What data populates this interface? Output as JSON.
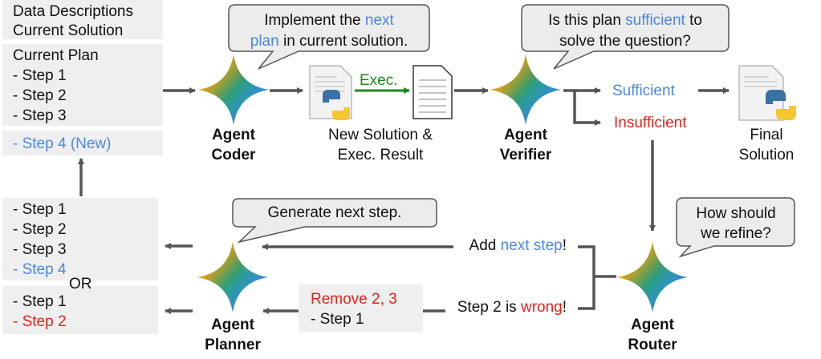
{
  "inputs": {
    "data_desc": "Data Descriptions",
    "current_solution": "Current Solution"
  },
  "plan": {
    "title": "Current Plan",
    "steps": [
      "- Step 1",
      "- Step 2",
      "- Step 3"
    ],
    "new_step": "- Step 4 (New)"
  },
  "coder": {
    "bubble_a": "Implement the ",
    "bubble_b": "next",
    "bubble_c": "plan",
    "bubble_d": " in current solution.",
    "name1": "Agent",
    "name2": "Coder"
  },
  "solution": {
    "exec": "Exec.",
    "label1": "New Solution &",
    "label2": "Exec. Result"
  },
  "verifier": {
    "bubble_a": "Is this plan ",
    "bubble_b": "sufficient",
    "bubble_c": " to",
    "bubble_d": "solve the question?",
    "name1": "Agent",
    "name2": "Verifier",
    "sufficient": "Sufficient",
    "insufficient": "Insufficient"
  },
  "final": {
    "label1": "Final",
    "label2": "Solution"
  },
  "router": {
    "bubble1": "How should",
    "bubble2": "we refine?",
    "name1": "Agent",
    "name2": "Router",
    "add_a": "Add ",
    "add_b": "next step",
    "add_c": "!",
    "wrong_a": "Step 2 is ",
    "wrong_b": "wrong",
    "wrong_c": "!"
  },
  "planner": {
    "bubble": "Generate next step.",
    "name1": "Agent",
    "name2": "Planner",
    "remove": "Remove 2, 3",
    "remove_step": "- Step 1"
  },
  "outputs": {
    "a_steps": [
      "- Step 1",
      "- Step 2",
      "- Step 3"
    ],
    "a_new": "- Step 4",
    "or": "OR",
    "b_step1": "- Step 1",
    "b_step2": "- Step 2"
  },
  "colors": {
    "blue": "#4a86e8",
    "red": "#e8211a",
    "green": "#1a8a1a",
    "arrow": "#555555",
    "box": "#efefef"
  }
}
